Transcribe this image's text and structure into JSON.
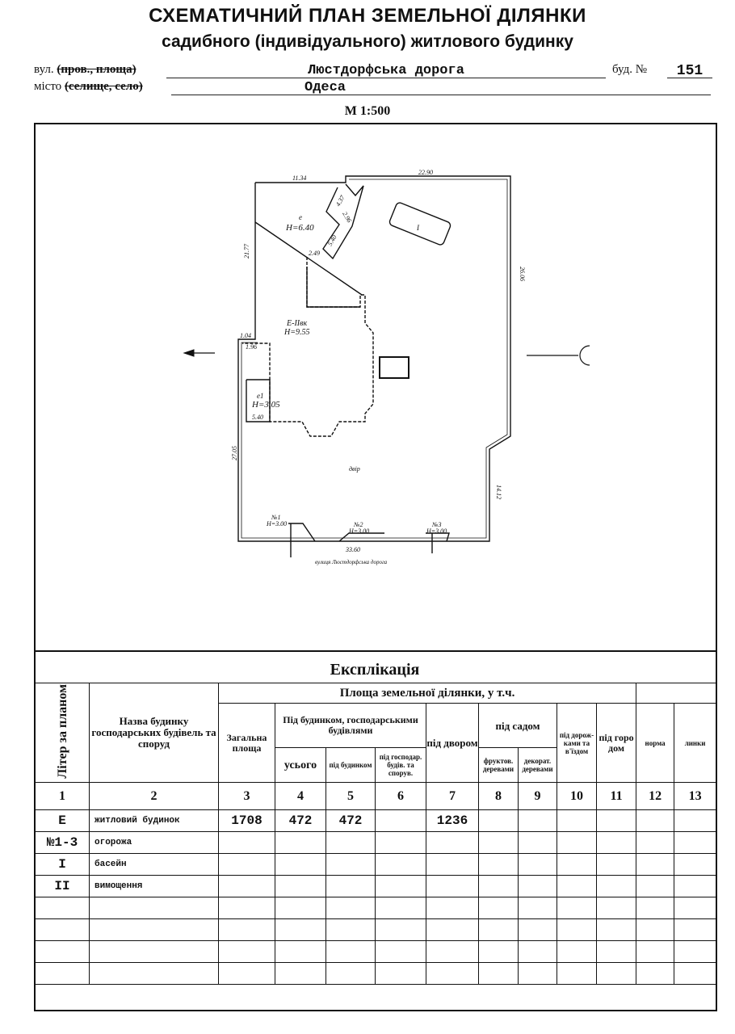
{
  "title": "СХЕМАТИЧНИЙ ПЛАН ЗЕМЕЛЬНОЇ ДІЛЯНКИ",
  "subtitle": "садибного (індивідуального) житлового будинку",
  "address": {
    "street_label": "вул.",
    "street_struck": "(пров., площа)",
    "street_value": "Люстдорфська дорога",
    "house_label": "буд. №",
    "house_value": "151",
    "city_label": "місто",
    "city_struck": "(селище, село)",
    "city_value": "Одеса"
  },
  "scale": "М 1:500",
  "plan": {
    "dims": {
      "top_left": "11.34",
      "top_right": "22.90",
      "right": "26.06",
      "left_upper": "21.77",
      "left_step": "1.04",
      "step_inner": "1.96",
      "left_lower": "27.05",
      "right_lower": "14.12",
      "bottom": "33.60",
      "e1_width": "5.40",
      "wing1": "4.37",
      "wing2": "2.96",
      "wing3": "5.40",
      "wing4": "2.49"
    },
    "labels": {
      "e_name": "е",
      "e_height": "Н=6.40",
      "main_name": "Е-IIвк",
      "main_height": "Н=9.55",
      "e1_name": "е1",
      "e1_height": "Н=3.05",
      "pool": "I",
      "yard": "двір",
      "fence1_name": "№1",
      "fence1_h": "Н=3.00",
      "fence2_name": "№2",
      "fence2_h": "Н=3.00",
      "fence3_name": "№3",
      "fence3_h": "Н=3.00",
      "street": "вулиця Люстдорфська дорога"
    }
  },
  "explication": {
    "title": "Експлікація",
    "headers": {
      "c1": "Літер за планом",
      "c2": "Назва будинку господарських будівель та споруд",
      "area_group": "Площа земельної ділянки, у т.ч.",
      "c3": "Загальна площа",
      "building_group": "Під будинком, господарськими будівлями",
      "c4": "усього",
      "c5": "під будинком",
      "c6": "під господар. будів. та спорув.",
      "c7": "під двором",
      "garden_group": "під садом",
      "c8": "фруктов. деревами",
      "c9": "декорат. деревами",
      "c10": "під дорож-ками та в'їздом",
      "c11": "під горо дом",
      "c12": "норма",
      "c13": "линки"
    },
    "column_numbers": [
      "1",
      "2",
      "3",
      "4",
      "5",
      "6",
      "7",
      "8",
      "9",
      "10",
      "11",
      "12",
      "13"
    ],
    "rows": [
      [
        "Е",
        "житловий будинок",
        "1708",
        "472",
        "472",
        "",
        "1236",
        "",
        "",
        "",
        "",
        "",
        ""
      ],
      [
        "№1-3",
        "огорожа",
        "",
        "",
        "",
        "",
        "",
        "",
        "",
        "",
        "",
        "",
        ""
      ],
      [
        "I",
        "басейн",
        "",
        "",
        "",
        "",
        "",
        "",
        "",
        "",
        "",
        "",
        ""
      ],
      [
        "II",
        "вимощення",
        "",
        "",
        "",
        "",
        "",
        "",
        "",
        "",
        "",
        "",
        ""
      ],
      [
        "",
        "",
        "",
        "",
        "",
        "",
        "",
        "",
        "",
        "",
        "",
        "",
        ""
      ],
      [
        "",
        "",
        "",
        "",
        "",
        "",
        "",
        "",
        "",
        "",
        "",
        "",
        ""
      ],
      [
        "",
        "",
        "",
        "",
        "",
        "",
        "",
        "",
        "",
        "",
        "",
        "",
        ""
      ],
      [
        "",
        "",
        "",
        "",
        "",
        "",
        "",
        "",
        "",
        "",
        "",
        "",
        ""
      ]
    ]
  }
}
